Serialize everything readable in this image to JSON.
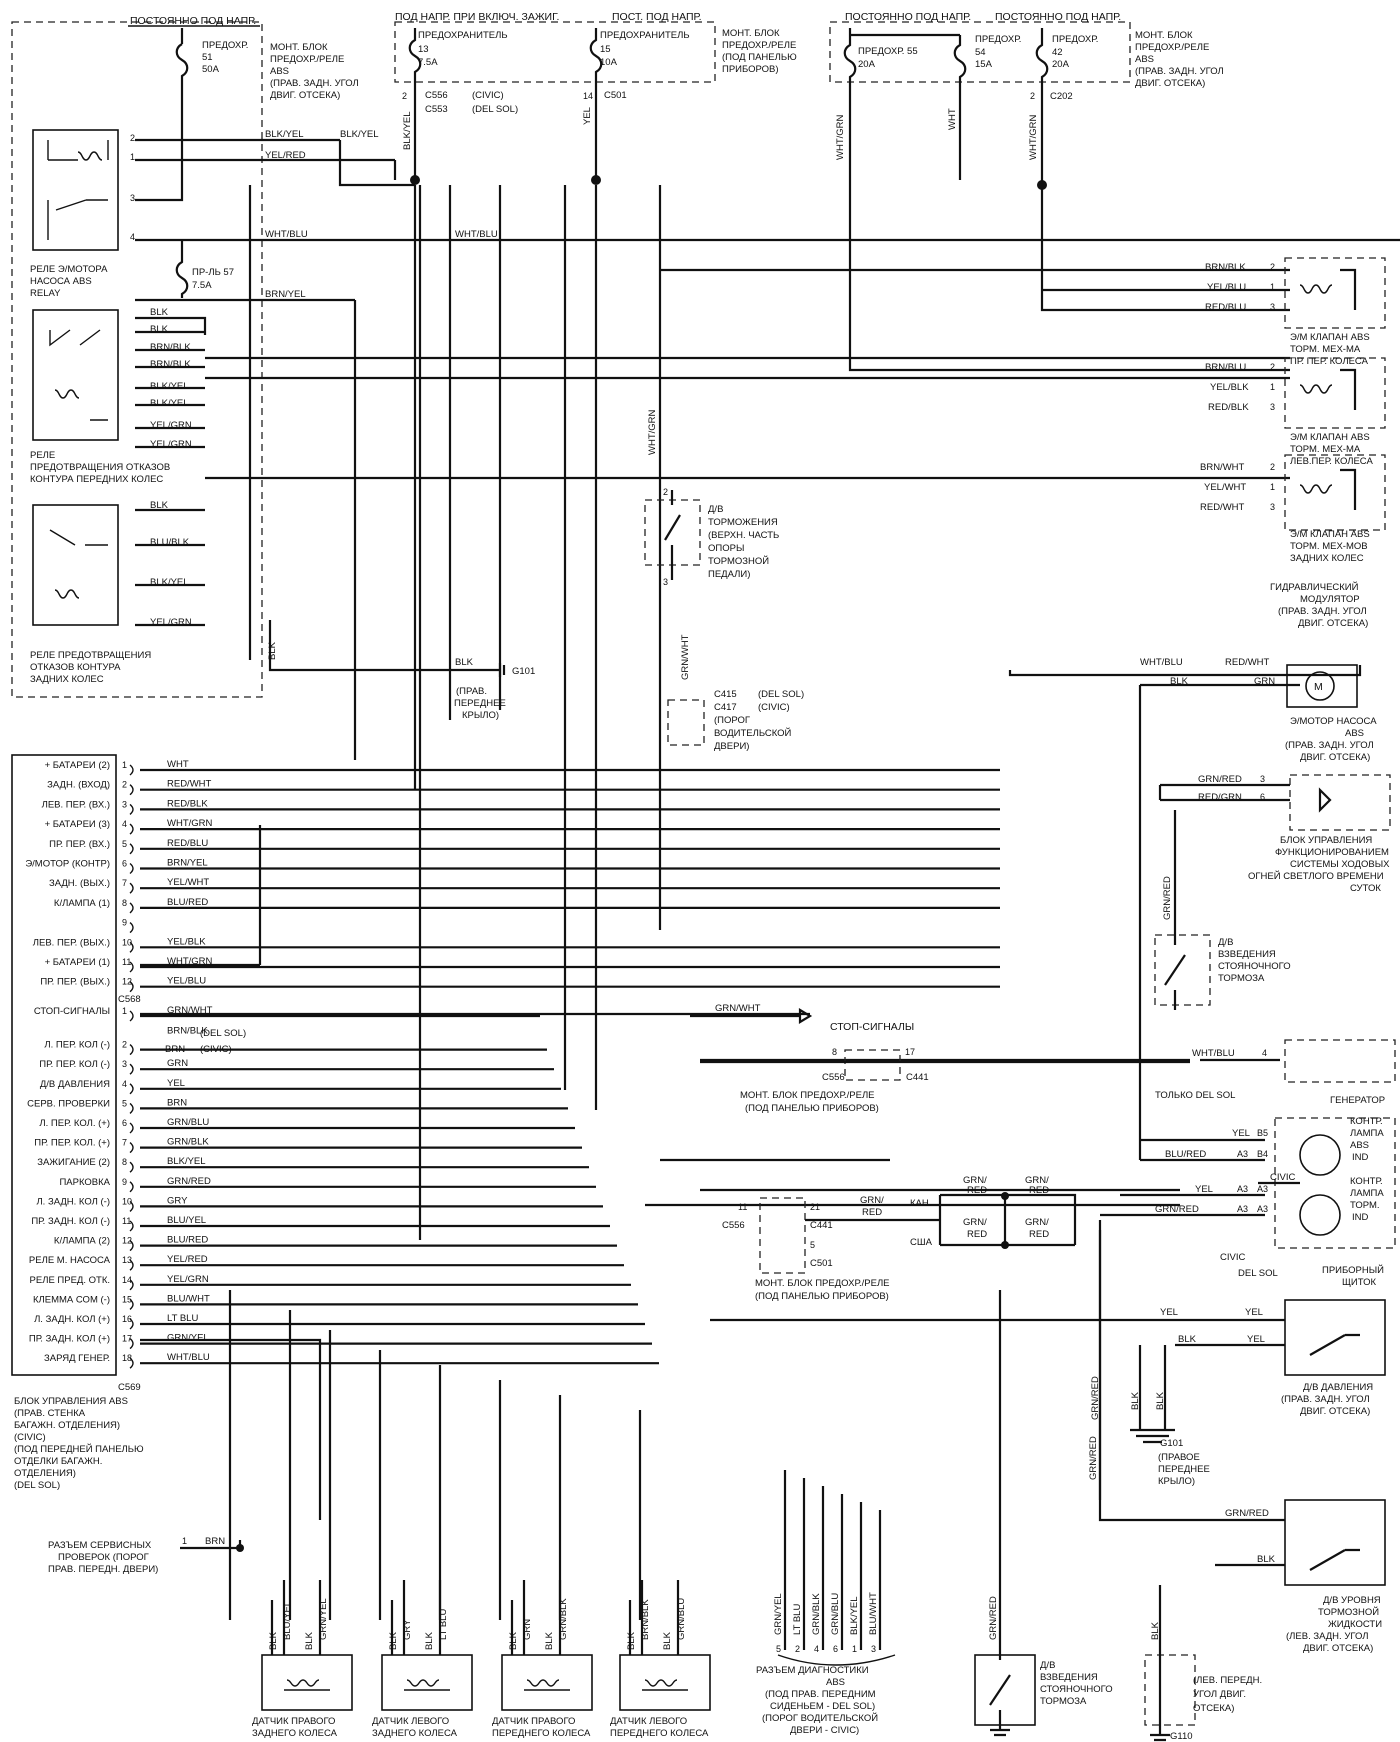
{
  "fuse_box_top_left": {
    "supply": "ПОСТОЯННО ПОД НАПР.",
    "fuse": [
      "ПРЕДОХР.",
      "51",
      "50A"
    ],
    "desc": [
      "МОНТ. БЛОК",
      "ПРЕДОХР./РЕЛЕ",
      "ABS",
      "(ПРАВ. ЗАДН. УГОЛ",
      "ДВИГ. ОТСЕКА)"
    ]
  },
  "fuse_box_top_mid": {
    "supply1": "ПОД НАПР. ПРИ ВКЛЮЧ. ЗАЖИГ.",
    "supply2": "ПОСТ. ПОД НАПР.",
    "fuse13": [
      "ПРЕДОХРАНИТЕЛЬ",
      "13",
      "7.5A"
    ],
    "fuse15": [
      "ПРЕДОХРАНИТЕЛЬ",
      "15",
      "10A"
    ],
    "desc": [
      "МОНТ. БЛОК",
      "ПРЕДОХР./РЕЛЕ",
      "(ПОД ПАНЕЛЬЮ",
      "ПРИБОРОВ)"
    ],
    "conn": [
      "C556",
      "(CIVIC)",
      "C553",
      "(DEL SOL)",
      "C501"
    ]
  },
  "fuse_box_top_right": {
    "supply1": "ПОСТОЯННО ПОД НАПР.",
    "supply2": "ПОСТОЯННО ПОД НАПР.",
    "fuse55": [
      "ПРЕДОХР. 55",
      "20A"
    ],
    "fuse54": [
      "ПРЕДОХР.",
      "54",
      "15A"
    ],
    "fuse42": [
      "ПРЕДОХР.",
      "42",
      "20A"
    ],
    "desc": [
      "МОНТ. БЛОК",
      "ПРЕДОХР./РЕЛЕ",
      "ABS",
      "(ПРАВ. ЗАДН. УГОЛ",
      "ДВИГ. ОТСЕКА)"
    ],
    "conn": "C202"
  },
  "relay_motor": {
    "label": [
      "РЕЛЕ Э/МОТОРА",
      "НАСОСА ABS",
      "RELAY"
    ],
    "fuse57": [
      "ПР-ЛЬ 57",
      "7.5A"
    ]
  },
  "relay_front": {
    "label": [
      "РЕЛЕ",
      "ПРЕДОТВРАЩЕНИЯ ОТКАЗОВ",
      "КОНТУРА ПЕРЕДНИХ КОЛЕС"
    ]
  },
  "relay_rear": {
    "label": [
      "РЕЛЕ ПРЕДОТВРАЩЕНИЯ",
      "ОТКАЗОВ КОНТУРА",
      "ЗАДНИХ КОЛЕС"
    ]
  },
  "wires_top": [
    "BLK/YEL",
    "YEL/RED",
    "WHT/BLU",
    "BRN/YEL",
    "BLK",
    "BLK",
    "BRN/BLK",
    "BRN/BLK",
    "BLK/YEL",
    "BLK/YEL",
    "YEL/GRN",
    "YEL/GRN",
    "BLK",
    "BLU/BLK",
    "BLK/YEL",
    "YEL/GRN",
    "WHT/GRN",
    "WHT",
    "WHT/GRN",
    "YEL",
    "BLK/YEL"
  ],
  "ground_g101": [
    "BLK",
    "G101",
    "(ПРАВ.",
    "ПЕРЕДНЕЕ",
    "КРЫЛО)"
  ],
  "brake_switch": [
    "Д/В",
    "ТОРМОЖЕНИЯ",
    "(ВЕРХН. ЧАСТЬ",
    "ОПОРЫ",
    "ТОРМОЗНОЙ",
    "ПЕДАЛИ)"
  ],
  "door_conn": [
    "C415",
    "(DEL SOL)",
    "C417",
    "(CIVIC)",
    "(ПОРОГ",
    "ВОДИТЕЛЬСКОЙ",
    "ДВЕРИ)"
  ],
  "valves": [
    {
      "wires": [
        "BRN/BLK",
        "YEL/BLU",
        "RED/BLU"
      ],
      "pins": [
        "2",
        "1",
        "3"
      ],
      "label": [
        "Э/М КЛАПАН ABS",
        "ТОРМ. МЕХ-МА",
        "ПР. ПЕР. КОЛЕСА"
      ]
    },
    {
      "wires": [
        "BRN/BLU",
        "YEL/BLK",
        "RED/BLK"
      ],
      "pins": [
        "2",
        "1",
        "3"
      ],
      "label": [
        "Э/М КЛАПАН ABS",
        "ТОРМ. МЕХ-МА",
        "ЛЕВ.ПЕР. КОЛЕСА"
      ]
    },
    {
      "wires": [
        "BRN/WHT",
        "YEL/WHT",
        "RED/WHT"
      ],
      "pins": [
        "2",
        "1",
        "3"
      ],
      "label": [
        "Э/М КЛАПАН ABS",
        "ТОРМ. МЕХ-МОВ",
        "ЗАДНИХ КОЛЕС"
      ]
    }
  ],
  "modulator": [
    "ГИДРАВЛИЧЕСКИЙ",
    "МОДУЛЯТОР",
    "(ПРАВ. ЗАДН. УГОЛ",
    "ДВИГ. ОТСЕКА)"
  ],
  "pump_motor": {
    "wires": [
      "WHT/BLU",
      "RED/WHT",
      "BLK",
      "GRN"
    ],
    "label": [
      "Э/МОТОР НАСОСА",
      "ABS",
      "(ПРАВ. ЗАДН. УГОЛ",
      "ДВИГ. ОТСЕКА)"
    ]
  },
  "drl_unit": {
    "wires": [
      "GRN/RED",
      "RED/GRN"
    ],
    "pins": [
      "3",
      "6"
    ],
    "label": [
      "БЛОК УПРАВЛЕНИЯ",
      "ФУНКЦИОНИРОВАНИЕМ",
      "СИСТЕМЫ ХОДОВЫХ",
      "ОГНЕЙ СВЕТЛОГО ВРЕМЕНИ",
      "СУТОК"
    ]
  },
  "parking_switch_top": {
    "wire": "GRN/RED",
    "label": [
      "Д/В",
      "ВЗВЕДЕНИЯ",
      "СТОЯНОЧНОГО",
      "ТОРМОЗА"
    ]
  },
  "ecu_c568": {
    "conn": "C568",
    "pins": [
      "1",
      "2",
      "3",
      "4",
      "5",
      "6",
      "7",
      "8",
      "9",
      "10",
      "11",
      "12"
    ],
    "labels": [
      "+ БАТАРЕИ (2)",
      "ЗАДН. (ВХОД)",
      "ЛЕВ. ПЕР. (ВХ.)",
      "+ БАТАРЕИ (3)",
      "ПР. ПЕР. (ВХ.)",
      "Э/МОТОР (КОНТР)",
      "ЗАДН. (ВЫХ.)",
      "К/ЛАМПА (1)",
      "",
      "ЛЕВ. ПЕР. (ВЫХ.)",
      "+ БАТАРЕИ (1)",
      "ПР. ПЕР. (ВЫХ.)"
    ],
    "wires": [
      "WHT",
      "RED/WHT",
      "RED/BLK",
      "WHT/GRN",
      "RED/BLU",
      "BRN/YEL",
      "YEL/WHT",
      "BLU/RED",
      "",
      "YEL/BLK",
      "WHT/GRN",
      "YEL/BLU"
    ]
  },
  "ecu_c569": {
    "conn": "C569",
    "pins": [
      "1",
      "2",
      "3",
      "4",
      "5",
      "6",
      "7",
      "8",
      "9",
      "10",
      "11",
      "12",
      "13",
      "14",
      "15",
      "16",
      "17",
      "18"
    ],
    "labels": [
      "СТОП-СИГНАЛЫ",
      "Л. ПЕР. КОЛ (-)",
      "ПР. ПЕР. КОЛ (-)",
      "Д/В ДАВЛЕНИЯ",
      "СЕРВ. ПРОВЕРКИ",
      "Л. ПЕР. КОЛ. (+)",
      "ПР. ПЕР. КОЛ. (+)",
      "ЗАЖИГАНИЕ (2)",
      "ПАРКОВКА",
      "Л. ЗАДН. КОЛ (-)",
      "ПР. ЗАДН. КОЛ (-)",
      "К/ЛАМПА (2)",
      "РЕЛЕ М. НАСОСА",
      "РЕЛЕ ПРЕД. ОТК.",
      "КЛЕММА СОМ (-)",
      "Л. ЗАДН. КОЛ (+)",
      "ПР. ЗАДН. КОЛ (+)",
      "ЗАРЯД ГЕНЕР."
    ],
    "wires": [
      "GRN/WHT",
      "BRN/BLK",
      "GRN",
      "YEL",
      "BRN",
      "GRN/BLU",
      "GRN/BLK",
      "BLK/YEL",
      "GRN/RED",
      "GRY",
      "BLU/YEL",
      "BLU/RED",
      "YEL/RED",
      "YEL/GRN",
      "BLU/WHT",
      "LT BLU",
      "GRN/YEL",
      "WHT/BLU"
    ],
    "pin2_note": [
      "(DEL SOL)",
      "BRN",
      "(CIVIC)"
    ]
  },
  "ecu_desc": [
    "БЛОК УПРАВЛЕНИЯ ABS",
    "(ПРАВ. СТЕНКА",
    "БАГАЖН. ОТДЕЛЕНИЯ)",
    "(CIVIC)",
    "(ПОД ПЕРЕДНЕЙ ПАНЕЛЬЮ",
    "ОТДЕЛКИ БАГАЖН.",
    "ОТДЕЛЕНИЯ)",
    "(DEL SOL)"
  ],
  "stop_lights": {
    "wire": "GRN/WHT",
    "label": "СТОП-СИГНАЛЫ"
  },
  "mid_fuse_box": {
    "pins": [
      "8",
      "17"
    ],
    "conn": [
      "C556",
      "C441"
    ],
    "label": [
      "МОНТ. БЛОК ПРЕДОХР./РЕЛЕ",
      "(ПОД ПАНЕЛЬЮ ПРИБОРОВ)"
    ]
  },
  "mid_fuse_box2": {
    "pins": [
      "11",
      "21",
      "5"
    ],
    "conn": [
      "C556",
      "C441",
      "C501"
    ],
    "wire": [
      "GRN/",
      "RED"
    ],
    "label": [
      "МОНТ. БЛОК ПРЕДОХР./РЕЛЕ",
      "(ПОД ПАНЕЛЬЮ ПРИБОРОВ)"
    ]
  },
  "region_select": {
    "kan": "КАН.",
    "usa": "США",
    "wires": [
      "GRN/",
      "RED"
    ]
  },
  "generator": {
    "wire": "WHT/BLU",
    "pin": "4",
    "label": "ГЕНЕРАТОР"
  },
  "cluster": {
    "note": "ТОЛЬКО DEL SOL",
    "rows": [
      {
        "wire": "YEL",
        "pins": [
          "B5"
        ]
      },
      {
        "wire": "BLU/RED",
        "pins": [
          "A3",
          "B4"
        ]
      },
      {
        "wire": "YEL",
        "pins": [
          "A3",
          "A3"
        ]
      },
      {
        "wire": "GRN/RED",
        "pins": [
          "A3",
          "A3"
        ]
      }
    ],
    "civic": "CIVIC",
    "civic2": "CIVIC",
    "delsol": "DEL SOL",
    "lamp1": [
      "КОНТР.",
      "ЛАМПА",
      "ABS",
      "IND"
    ],
    "lamp2": [
      "КОНТР.",
      "ЛАМПА",
      "ТОРМ.",
      "IND"
    ],
    "label": [
      "ПРИБОРНЫЙ",
      "ЩИТОК"
    ]
  },
  "pressure_switch": {
    "wires": [
      "YEL",
      "YEL",
      "BLK",
      "YEL"
    ],
    "label": [
      "Д/В ДАВЛЕНИЯ",
      "(ПРАВ. ЗАДН. УГОЛ",
      "ДВИГ. ОТСЕКА)"
    ]
  },
  "ground_g101_right": {
    "wires": [
      "BLK",
      "BLK"
    ],
    "label": [
      "G101",
      "(ПРАВОЕ",
      "ПЕРЕДНЕЕ",
      "КРЫЛО)"
    ]
  },
  "fluid_switch": {
    "wires": [
      "GRN/RED",
      "BLK"
    ],
    "label": [
      "Д/В УРОВНЯ",
      "ТОРМОЗНОЙ",
      "ЖИДКОСТИ",
      "(ЛЕВ. ЗАДН. УГОЛ",
      "ДВИГ. ОТСЕКА)"
    ]
  },
  "service_conn": {
    "wire": "BRN",
    "pin": "1",
    "label": [
      "РАЗЪЕМ СЕРВИСНЫХ",
      "ПРОВЕРОК (ПОРОГ",
      "ПРАВ. ПЕРЕДН. ДВЕРИ)"
    ]
  },
  "wheel_sensors": [
    {
      "wires": [
        "BLU/YEL",
        "GRN/YEL"
      ],
      "gnd": [
        "BLK",
        "BLK"
      ],
      "label": [
        "ДАТЧИК ПРАВОГО",
        "ЗАДНЕГО КОЛЕСА"
      ]
    },
    {
      "wires": [
        "GRY",
        "LT BLU"
      ],
      "gnd": [
        "BLK",
        "BLK"
      ],
      "label": [
        "ДАТЧИК ЛЕВОГО",
        "ЗАДНЕГО КОЛЕСА"
      ]
    },
    {
      "wires": [
        "GRN",
        "GRN/BLK"
      ],
      "gnd": [
        "BLK",
        "BLK"
      ],
      "label": [
        "ДАТЧИК ПРАВОГО",
        "ПЕРЕДНЕГО КОЛЕСА"
      ]
    },
    {
      "wires": [
        "BRN/BLK",
        "GRN/BLU"
      ],
      "gnd": [
        "BLK",
        "BLK"
      ],
      "label": [
        "ДАТЧИК ЛЕВОГО",
        "ПЕРЕДНЕГО КОЛЕСА"
      ]
    }
  ],
  "diag_conn": {
    "wires": [
      "GRN/YEL",
      "LT BLU",
      "GRN/BLK",
      "GRN/BLU",
      "BLK/YEL",
      "BLU/WHT"
    ],
    "pins": [
      "5",
      "2",
      "4",
      "6",
      "1",
      "3"
    ],
    "label": [
      "РАЗЪЕМ ДИАГНОСТИКИ",
      "ABS",
      "(ПОД ПРАВ. ПЕРЕДНИМ",
      "СИДЕНЬЕМ - DEL SOL)",
      "(ПОРОГ ВОДИТЕЛЬСКОЙ",
      "ДВЕРИ - CIVIC)"
    ]
  },
  "parking_switch_bottom": {
    "wire": "GRN/RED",
    "label": [
      "Д/В",
      "ВЗВЕДЕНИЯ",
      "СТОЯНОЧНОГО",
      "ТОРМОЗА"
    ]
  },
  "ground_g110": {
    "wire": "BLK",
    "label": [
      "(ЛЕВ. ПЕРЕДН.",
      "УГОЛ ДВИГ.",
      "ОТСЕКА)"
    ],
    "id": "G110"
  }
}
